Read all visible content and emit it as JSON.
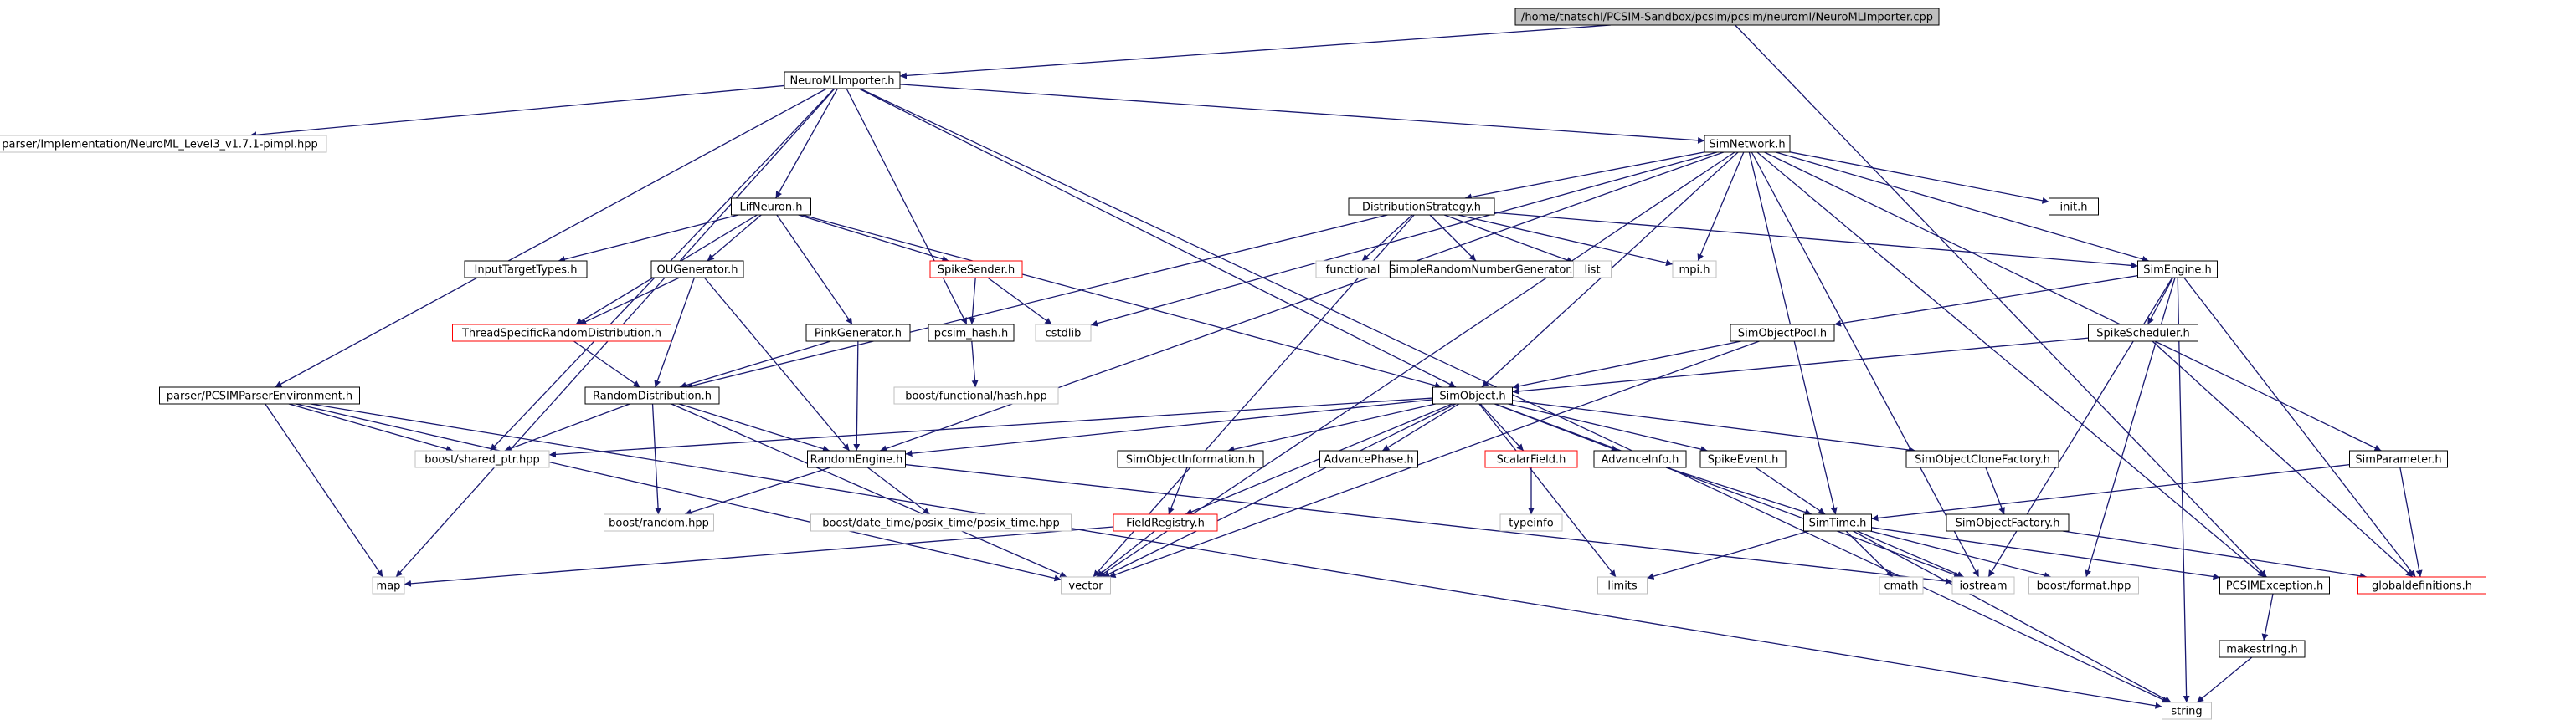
{
  "graph": {
    "colors": {
      "edge": "#191970",
      "box_border": "#000000",
      "external_border": "#bfbfbf",
      "missing_border": "#ff0000",
      "root_fill": "#bfbfbf",
      "node_fill": "#ffffff"
    },
    "nodes": [
      {
        "id": "root",
        "label": "/home/tnatschl/PCSIM-Sandbox/pcsim/pcsim/neuroml/NeuroMLImporter.cpp",
        "kind": "root"
      },
      {
        "id": "nmlimp",
        "label": "NeuroMLImporter.h",
        "kind": "box"
      },
      {
        "id": "pimpl",
        "label": "parser/Implementation/NeuroML_Level3_v1.7.1-pimpl.hpp",
        "kind": "external"
      },
      {
        "id": "simnet",
        "label": "SimNetwork.h",
        "kind": "box"
      },
      {
        "id": "lif",
        "label": "LifNeuron.h",
        "kind": "box"
      },
      {
        "id": "diststrat",
        "label": "DistributionStrategy.h",
        "kind": "box"
      },
      {
        "id": "init",
        "label": "init.h",
        "kind": "box"
      },
      {
        "id": "inputtarget",
        "label": "InputTargetTypes.h",
        "kind": "box"
      },
      {
        "id": "ougen",
        "label": "OUGenerator.h",
        "kind": "box"
      },
      {
        "id": "spikesender",
        "label": "SpikeSender.h",
        "kind": "missing"
      },
      {
        "id": "functional",
        "label": "functional",
        "kind": "external"
      },
      {
        "id": "simplernd",
        "label": "SimpleRandomNumberGenerator.h",
        "kind": "box"
      },
      {
        "id": "list",
        "label": "list",
        "kind": "external"
      },
      {
        "id": "mpi",
        "label": "mpi.h",
        "kind": "external"
      },
      {
        "id": "simengine",
        "label": "SimEngine.h",
        "kind": "box"
      },
      {
        "id": "threadrnd",
        "label": "ThreadSpecificRandomDistribution.h",
        "kind": "missing"
      },
      {
        "id": "pinkgen",
        "label": "PinkGenerator.h",
        "kind": "box"
      },
      {
        "id": "pcsimhash",
        "label": "pcsim_hash.h",
        "kind": "box"
      },
      {
        "id": "cstdlib",
        "label": "cstdlib",
        "kind": "external"
      },
      {
        "id": "simobjpool",
        "label": "SimObjectPool.h",
        "kind": "box"
      },
      {
        "id": "spikesched",
        "label": "SpikeScheduler.h",
        "kind": "box"
      },
      {
        "id": "pcsimparser",
        "label": "parser/PCSIMParserEnvironment.h",
        "kind": "box"
      },
      {
        "id": "randdist",
        "label": "RandomDistribution.h",
        "kind": "box"
      },
      {
        "id": "boosthash",
        "label": "boost/functional/hash.hpp",
        "kind": "external"
      },
      {
        "id": "simobject",
        "label": "SimObject.h",
        "kind": "box"
      },
      {
        "id": "sharedptr",
        "label": "boost/shared_ptr.hpp",
        "kind": "external"
      },
      {
        "id": "randengine",
        "label": "RandomEngine.h",
        "kind": "box"
      },
      {
        "id": "simobjinfo",
        "label": "SimObjectInformation.h",
        "kind": "box"
      },
      {
        "id": "advphase",
        "label": "AdvancePhase.h",
        "kind": "box"
      },
      {
        "id": "scalarfield",
        "label": "ScalarField.h",
        "kind": "missing"
      },
      {
        "id": "advinfo",
        "label": "AdvanceInfo.h",
        "kind": "box"
      },
      {
        "id": "spikeevent",
        "label": "SpikeEvent.h",
        "kind": "box"
      },
      {
        "id": "clonefactory",
        "label": "SimObjectCloneFactory.h",
        "kind": "box"
      },
      {
        "id": "simparam",
        "label": "SimParameter.h",
        "kind": "box"
      },
      {
        "id": "boostrandom",
        "label": "boost/random.hpp",
        "kind": "external"
      },
      {
        "id": "posixtime",
        "label": "boost/date_time/posix_time/posix_time.hpp",
        "kind": "external"
      },
      {
        "id": "fieldreg",
        "label": "FieldRegistry.h",
        "kind": "missing"
      },
      {
        "id": "typeinfo",
        "label": "typeinfo",
        "kind": "external"
      },
      {
        "id": "simtime",
        "label": "SimTime.h",
        "kind": "box"
      },
      {
        "id": "simobjfactory",
        "label": "SimObjectFactory.h",
        "kind": "box"
      },
      {
        "id": "map",
        "label": "map",
        "kind": "external"
      },
      {
        "id": "vector",
        "label": "vector",
        "kind": "external"
      },
      {
        "id": "limits",
        "label": "limits",
        "kind": "external"
      },
      {
        "id": "cmath",
        "label": "cmath",
        "kind": "external"
      },
      {
        "id": "iostream",
        "label": "iostream",
        "kind": "external"
      },
      {
        "id": "boostformat",
        "label": "boost/format.hpp",
        "kind": "external"
      },
      {
        "id": "pcsimexc",
        "label": "PCSIMException.h",
        "kind": "box"
      },
      {
        "id": "globaldefs",
        "label": "globaldefinitions.h",
        "kind": "missing"
      },
      {
        "id": "makestring",
        "label": "makestring.h",
        "kind": "box"
      },
      {
        "id": "string",
        "label": "string",
        "kind": "external"
      }
    ],
    "edges": [
      [
        "root",
        "nmlimp"
      ],
      [
        "root",
        "pcsimexc"
      ],
      [
        "nmlimp",
        "pimpl"
      ],
      [
        "nmlimp",
        "simnet"
      ],
      [
        "nmlimp",
        "lif"
      ],
      [
        "nmlimp",
        "pcsimparser"
      ],
      [
        "nmlimp",
        "sharedptr"
      ],
      [
        "nmlimp",
        "map"
      ],
      [
        "nmlimp",
        "pcsimhash"
      ],
      [
        "nmlimp",
        "simobject"
      ],
      [
        "nmlimp",
        "string"
      ],
      [
        "simnet",
        "diststrat"
      ],
      [
        "simnet",
        "init"
      ],
      [
        "simnet",
        "simengine"
      ],
      [
        "simnet",
        "mpi"
      ],
      [
        "simnet",
        "cstdlib"
      ],
      [
        "simnet",
        "vector"
      ],
      [
        "simnet",
        "randengine"
      ],
      [
        "simnet",
        "simobject"
      ],
      [
        "simnet",
        "simtime"
      ],
      [
        "simnet",
        "simparam"
      ],
      [
        "simnet",
        "pcsimexc"
      ],
      [
        "simnet",
        "iostream"
      ],
      [
        "lif",
        "inputtarget"
      ],
      [
        "lif",
        "ougen"
      ],
      [
        "lif",
        "spikesender"
      ],
      [
        "lif",
        "threadrnd"
      ],
      [
        "lif",
        "pinkgen"
      ],
      [
        "lif",
        "simobject"
      ],
      [
        "diststrat",
        "functional"
      ],
      [
        "diststrat",
        "simplernd"
      ],
      [
        "diststrat",
        "list"
      ],
      [
        "diststrat",
        "mpi"
      ],
      [
        "diststrat",
        "simengine"
      ],
      [
        "diststrat",
        "randdist"
      ],
      [
        "diststrat",
        "vector"
      ],
      [
        "spikesender",
        "pcsimhash"
      ],
      [
        "spikesender",
        "cstdlib"
      ],
      [
        "ougen",
        "threadrnd"
      ],
      [
        "ougen",
        "randdist"
      ],
      [
        "ougen",
        "randengine"
      ],
      [
        "threadrnd",
        "randdist"
      ],
      [
        "pinkgen",
        "randdist"
      ],
      [
        "pinkgen",
        "randengine"
      ],
      [
        "pcsimhash",
        "boosthash"
      ],
      [
        "simengine",
        "simobjpool"
      ],
      [
        "simengine",
        "spikesched"
      ],
      [
        "simengine",
        "iostream"
      ],
      [
        "simengine",
        "boostformat"
      ],
      [
        "simengine",
        "string"
      ],
      [
        "simengine",
        "globaldefs"
      ],
      [
        "simobjpool",
        "simobject"
      ],
      [
        "simobjpool",
        "vector"
      ],
      [
        "spikesched",
        "simobject"
      ],
      [
        "spikesched",
        "globaldefs"
      ],
      [
        "pcsimparser",
        "sharedptr"
      ],
      [
        "pcsimparser",
        "map"
      ],
      [
        "pcsimparser",
        "vector"
      ],
      [
        "pcsimparser",
        "string"
      ],
      [
        "randdist",
        "sharedptr"
      ],
      [
        "randdist",
        "randengine"
      ],
      [
        "randdist",
        "boostrandom"
      ],
      [
        "randdist",
        "vector"
      ],
      [
        "simobject",
        "sharedptr"
      ],
      [
        "simobject",
        "randengine"
      ],
      [
        "simobject",
        "simobjinfo"
      ],
      [
        "simobject",
        "advphase"
      ],
      [
        "simobject",
        "scalarfield"
      ],
      [
        "simobject",
        "advinfo"
      ],
      [
        "simobject",
        "spikeevent"
      ],
      [
        "simobject",
        "clonefactory"
      ],
      [
        "simobject",
        "fieldreg"
      ],
      [
        "simobject",
        "vector"
      ],
      [
        "simobject",
        "limits"
      ],
      [
        "simobject",
        "iostream"
      ],
      [
        "randengine",
        "boostrandom"
      ],
      [
        "randengine",
        "posixtime"
      ],
      [
        "randengine",
        "iostream"
      ],
      [
        "simobjinfo",
        "fieldreg"
      ],
      [
        "scalarfield",
        "typeinfo"
      ],
      [
        "advinfo",
        "simtime"
      ],
      [
        "spikeevent",
        "simtime"
      ],
      [
        "clonefactory",
        "simobjfactory"
      ],
      [
        "simobjfactory",
        "globaldefs"
      ],
      [
        "simparam",
        "simtime"
      ],
      [
        "simparam",
        "globaldefs"
      ],
      [
        "fieldreg",
        "map"
      ],
      [
        "fieldreg",
        "vector"
      ],
      [
        "simtime",
        "limits"
      ],
      [
        "simtime",
        "cmath"
      ],
      [
        "simtime",
        "iostream"
      ],
      [
        "simtime",
        "boostformat"
      ],
      [
        "simtime",
        "pcsimexc"
      ],
      [
        "simtime",
        "string"
      ],
      [
        "pcsimexc",
        "makestring"
      ],
      [
        "makestring",
        "string"
      ]
    ]
  }
}
